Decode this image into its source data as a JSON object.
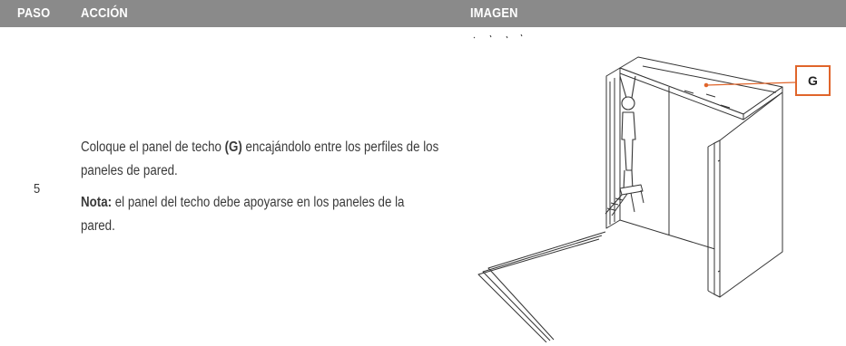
{
  "header": {
    "paso": "PASO",
    "accion": "ACCIÓN",
    "imagen": "IMAGEN"
  },
  "step": {
    "number": "5",
    "instruction_pre": "Coloque el panel de techo ",
    "instruction_ref": "(G)",
    "instruction_post": "  encajándolo entre los perfiles de los paneles de pared.",
    "note_label": "Nota:",
    "note_text": " el panel del techo debe apoyarse en los paneles de la pared."
  },
  "image": {
    "callout_label": "G"
  },
  "colors": {
    "header_bg": "#8a8a8a",
    "callout": "#e0652b"
  }
}
